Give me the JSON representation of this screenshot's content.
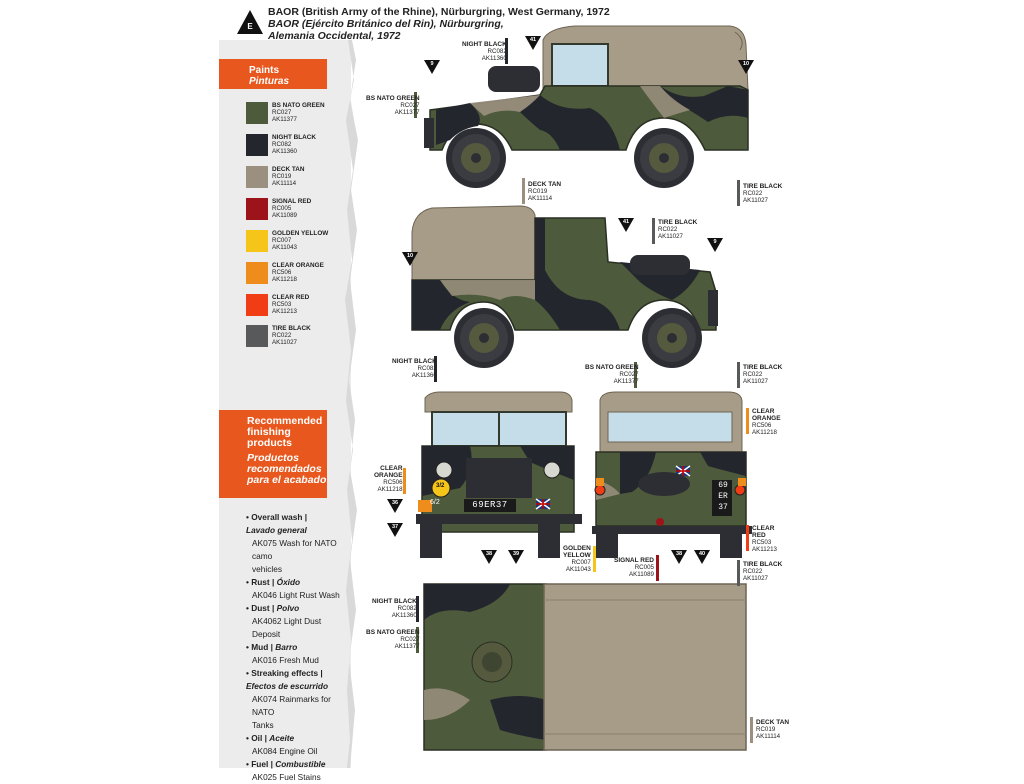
{
  "header": {
    "badge_letter": "E",
    "title_en": "BAOR (British Army of the Rhine), Nürburgring, West Germany, 1972",
    "title_es_1": "BAOR (Ejército Británico del Rin), Nürburgring,",
    "title_es_2": "Alemania Occidental, 1972"
  },
  "paints": {
    "heading_en": "Paints",
    "heading_es": "Pinturas",
    "items": [
      {
        "name": "BS NATO GREEN",
        "code1": "RC027",
        "code2": "AK11377",
        "color": "#4d5a3b"
      },
      {
        "name": "NIGHT BLACK",
        "code1": "RC082",
        "code2": "AK11360",
        "color": "#23262d"
      },
      {
        "name": "DECK TAN",
        "code1": "RC019",
        "code2": "AK11114",
        "color": "#9b907f"
      },
      {
        "name": "SIGNAL RED",
        "code1": "RC005",
        "code2": "AK11089",
        "color": "#9c1419"
      },
      {
        "name": "GOLDEN YELLOW",
        "code1": "RC007",
        "code2": "AK11043",
        "color": "#f6c51a"
      },
      {
        "name": "CLEAR ORANGE",
        "code1": "RC506",
        "code2": "AK11218",
        "color": "#ee8d1c"
      },
      {
        "name": "CLEAR RED",
        "code1": "RC503",
        "code2": "AK11213",
        "color": "#f03d16"
      },
      {
        "name": "TIRE BLACK",
        "code1": "RC022",
        "code2": "AK11027",
        "color": "#58595b"
      }
    ]
  },
  "finishing": {
    "heading_en_1": "Recommended",
    "heading_en_2": "finishing",
    "heading_en_3": "products",
    "heading_es_1": "Productos",
    "heading_es_2": "recomendados",
    "heading_es_3": "para el acabado",
    "groups": [
      {
        "en": "Overall wash |",
        "es": "Lavado general",
        "items": [
          "AK075 Wash for NATO camo",
          "vehicles"
        ]
      },
      {
        "en": "Rust |",
        "es": "Óxido",
        "items": [
          "AK046 Light Rust Wash"
        ]
      },
      {
        "en": "Dust |",
        "es": "Polvo",
        "items": [
          "AK4062 Light Dust Deposit"
        ]
      },
      {
        "en": "Mud |",
        "es": "Barro",
        "items": [
          "AK016 Fresh Mud"
        ]
      },
      {
        "en": "Streaking effects |",
        "es": "Efectos de escurrido",
        "items": [
          "AK074 Rainmarks for NATO",
          "Tanks"
        ]
      },
      {
        "en": "Oil |",
        "es": "Aceite",
        "items": [
          "AK084 Engine Oil"
        ]
      },
      {
        "en": "Fuel |",
        "es": "Combustible",
        "items": [
          "AK025 Fuel Stains"
        ]
      }
    ]
  },
  "callouts": {
    "nb1": {
      "name": "NIGHT BLACK",
      "c1": "RC082",
      "c2": "AK11360"
    },
    "bsg1": {
      "name": "BS NATO GREEN",
      "c1": "RC027",
      "c2": "AK11377"
    },
    "dt1": {
      "name": "DECK TAN",
      "c1": "RC019",
      "c2": "AK11114"
    },
    "tb1": {
      "name": "TIRE BLACK",
      "c1": "RC022",
      "c2": "AK11027"
    },
    "tb2": {
      "name": "TIRE BLACK",
      "c1": "RC022",
      "c2": "AK11027"
    },
    "nb2": {
      "name": "NIGHT BLACK",
      "c1": "RC082",
      "c2": "AK11360"
    },
    "bsg2": {
      "name": "BS NATO GREEN",
      "c1": "RC027",
      "c2": "AK11377"
    },
    "tb3": {
      "name": "TIRE BLACK",
      "c1": "RC022",
      "c2": "AK11027"
    },
    "co1": {
      "name1": "CLEAR",
      "name2": "ORANGE",
      "c1": "RC506",
      "c2": "AK11218"
    },
    "co2": {
      "name1": "CLEAR",
      "name2": "ORANGE",
      "c1": "RC506",
      "c2": "AK11218"
    },
    "cr1": {
      "name1": "CLEAR",
      "name2": "RED",
      "c1": "RC503",
      "c2": "AK11213"
    },
    "gy1": {
      "name1": "GOLDEN",
      "name2": "YELLOW",
      "c1": "RC007",
      "c2": "AK11043"
    },
    "sr1": {
      "name": "SIGNAL RED",
      "c1": "RC005",
      "c2": "AK11089"
    },
    "tb4": {
      "name": "TIRE BLACK",
      "c1": "RC022",
      "c2": "AK11027"
    },
    "nb3": {
      "name": "NIGHT BLACK",
      "c1": "RC082",
      "c2": "AK11360"
    },
    "bsg3": {
      "name": "BS NATO GREEN",
      "c1": "RC027",
      "c2": "AK11377"
    },
    "dt2": {
      "name": "DECK TAN",
      "c1": "RC019",
      "c2": "AK11114"
    }
  },
  "markers": {
    "m9a": "9",
    "m41a": "41",
    "m10a": "10",
    "m41b": "41",
    "m10b": "10",
    "m9b": "9",
    "m36": "36",
    "m37": "37",
    "m38a": "38",
    "m39": "39",
    "m38b": "38",
    "m40": "40"
  },
  "plates": {
    "front": "69ER37",
    "front_bridge": "6/2",
    "front_class": "3/2",
    "rear_1": "69",
    "rear_2": "ER",
    "rear_3": "37"
  }
}
